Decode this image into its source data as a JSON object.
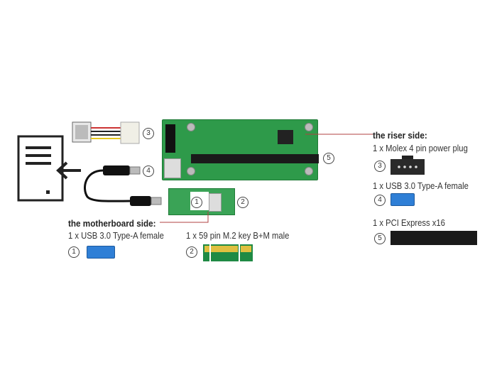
{
  "riser_side": {
    "heading": "the riser side:",
    "items": [
      {
        "number": "3",
        "label": "1 x Molex 4 pin power plug"
      },
      {
        "number": "4",
        "label": "1 x USB 3.0 Type-A female"
      },
      {
        "number": "5",
        "label": "1 x PCI Express x16"
      }
    ]
  },
  "motherboard_side": {
    "heading": "the motherboard side:",
    "items": [
      {
        "number": "1",
        "label": "1 x USB 3.0 Type-A female"
      },
      {
        "number": "2",
        "label": "1 x 59 pin M.2 key B+M male"
      }
    ]
  },
  "callouts": [
    "1",
    "2",
    "3",
    "4",
    "5"
  ],
  "colors": {
    "pcb": "#2e9a4a",
    "usb_blue": "#2f7fd6",
    "leader_line": "#b04040"
  }
}
